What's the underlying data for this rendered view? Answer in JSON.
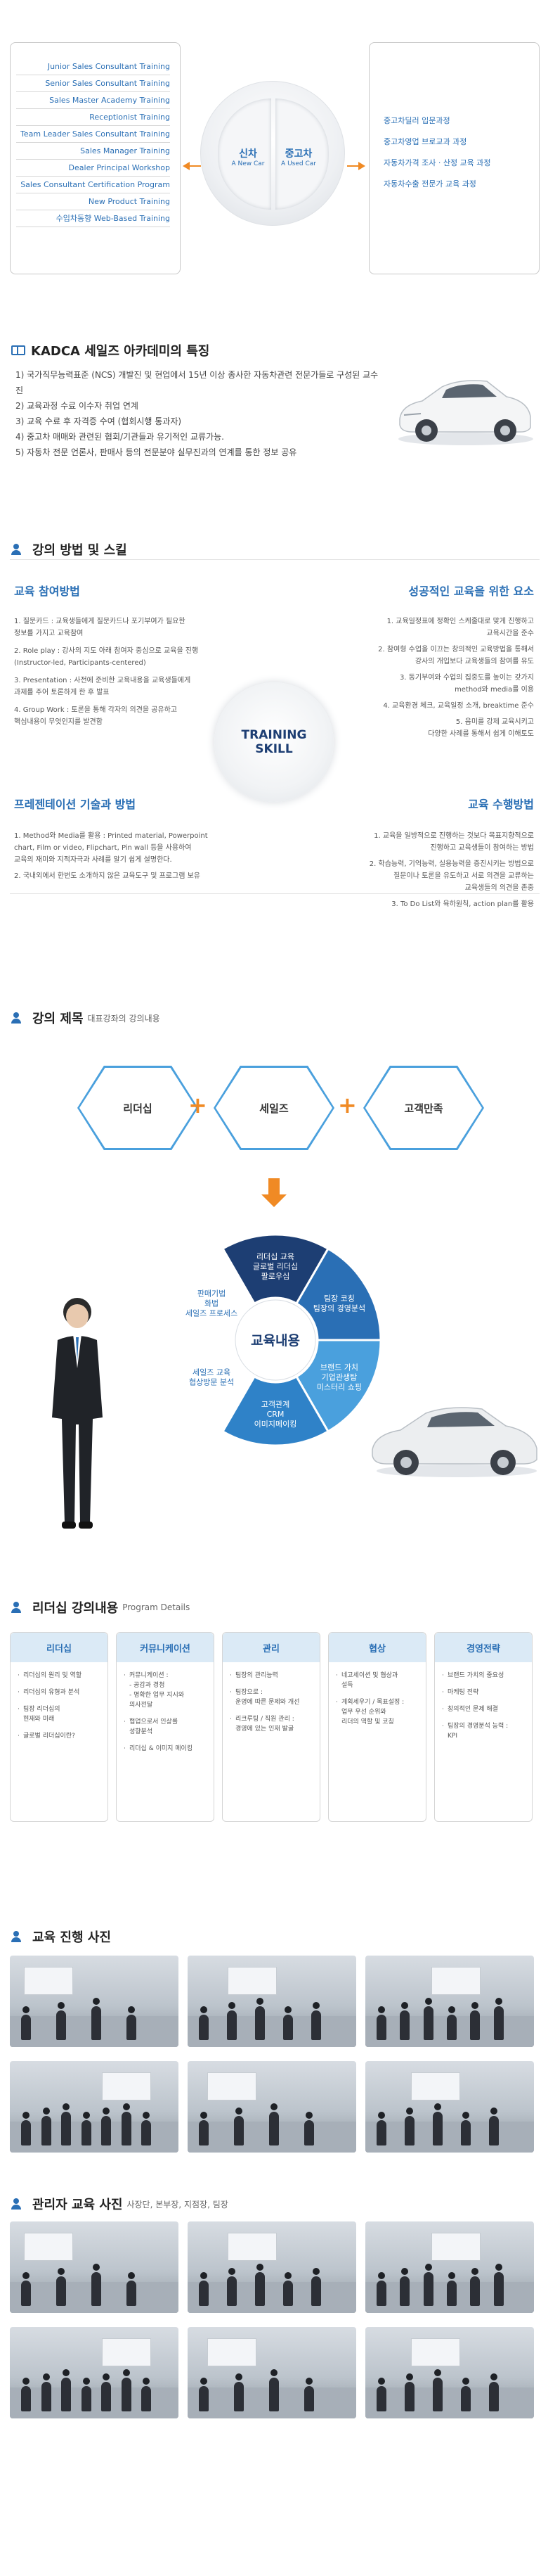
{
  "top_diagram": {
    "left_items": [
      "Junior Sales Consultant Training",
      "Senior Sales Consultant Training",
      "Sales Master Academy Training",
      "Receptionist Training",
      "Team Leader Sales Consultant Training",
      "Sales Manager Training",
      "Dealer Principal Workshop",
      "Sales Consultant Certification Program",
      "New Product Training",
      "수입차동향 Web-Based Training"
    ],
    "right_items": [
      "중고차딜러 입문과정",
      "중고차영업 브로교과 과정",
      "자동차가격 조사 · 산정 교육 과정",
      "자동차수출 전문가 교육 과정"
    ],
    "new_car": {
      "kr": "신차",
      "en": "A New Car"
    },
    "used_car": {
      "kr": "중고차",
      "en": "A Used Car"
    },
    "arrow_color": "#f08a24",
    "accent_color": "#2a6fb5"
  },
  "features": {
    "title": "KADCA 세일즈 아카데미의 특징",
    "items": [
      "1) 국가직무능력표준 (NCS) 개발진 및 현업에서 15년 이상 종사한 자동차관련 전문가들로 구성된 교수진",
      "2) 교육과정 수료 이수자 취업 연계",
      "3) 교육 수료 후 자격증 수여 (협회시행 통과자)",
      "4) 중고차 매매와 관련된 협회/기관들과 유기적인 교류가능.",
      "5) 자동차 전문 언론사, 판매사 등의 전문분야 실무진과의 연계를 통한 정보 공유"
    ]
  },
  "method": {
    "title": "강의 방법 및 스킬",
    "center_line1": "TRAINING",
    "center_line2": "SKILL",
    "participation": {
      "title": "교육 참여방법",
      "items": [
        "1. 질문카드 : 교육생들에게 질문카드나 포기부여가 필요한\n    정보를 가지고 교육참여",
        "2. Role play : 강사의 지도 아래 참여자 중심으로 교육을 진행\n    (Instructor-led, Participants-centered)",
        "3. Presentation : 사전에 준비한 교육내용을 교육생들에게\n    과제를 주어 토론하게 한 후 발표",
        "4. Group Work : 토론을 통해 각자의 의견을 공유하고\n    핵심내용이 무엇인지를 발견함"
      ]
    },
    "success": {
      "title": "성공적인 교육을 위한 요소",
      "items": [
        "1. 교육일정표에 정확인 스케줄대로 맞게 진행하고\n교육시간을 준수",
        "2. 참여형 수업을 이끄는 창의적인 교육방법을 통해서\n강사의 개입보다 교육생들의 참여를 유도",
        "3. 동기부여와 수업의 집중도를 높이는 갖가지\nmethod와 media를 이용",
        "4. 교육환경 체크, 교육일정 소개,  breaktime 준수",
        "5. 음미를 강제 교육시키고\n다양한 사례를 통해서 쉽게 이해토도"
      ]
    },
    "presentation": {
      "title": "프레젠테이션 기술과 방법",
      "items": [
        "1. Method와 Media를 활용 : Printed material, Powerpoint\n    chart, Film or video, Flipchart, Pin wall 등을 사용하여\n    교육의 재미와 지적자극과 사례를 알기 쉽게 설명한다.",
        "2. 국내외에서 한번도 소개하지 않은 교육도구 및 프로그램 보유"
      ]
    },
    "execution": {
      "title": "교육 수행방법",
      "items": [
        "1. 교육을 일방적으로 진행하는 것보다 목표지향적으로\n진행하고 교육생들이 참여하는 방법",
        "2. 학습능력, 기억능력, 실용능력을 증진시키는 방법으로\n질문이나 토론을 유도하고 서로 의견을 교류하는\n교육생들의 의견을 존중",
        "3. To Do List와 육하원칙, action plan를 활용"
      ]
    }
  },
  "lecture": {
    "title": "강의 제목",
    "subtitle": "대표강좌의 강의내용",
    "hexes": [
      "리더십",
      "세일즈",
      "고객만족"
    ],
    "center": "교육내용",
    "segments": [
      "리더십 교육\n글로벌 리더십\n팔로우십",
      "팀장 코칭\n팀장의 경영분석",
      "브랜드 가치\n기업관생탐\n미스터리 쇼핑",
      "고객관계\nCRM\n이미지메이킹",
      "세일즈 교육\n협상방문 분석",
      "판매기법\n화법\n세일즈 프로세스"
    ],
    "segment_colors": [
      "#1d3e73",
      "#2a6fb5",
      "#4aa0dd",
      "#2f82c8",
      "#ffffff",
      "#ffffff"
    ]
  },
  "program": {
    "title": "리더십 강의내용",
    "subtitle": "Program Details",
    "cards": [
      {
        "head": "리더십",
        "items": [
          "리더십의 원리 및 역할",
          "리더십의 유형과 분석",
          "팀장 리더십의\n현재와 미래",
          "글로벌 리더십이란?"
        ]
      },
      {
        "head": "커뮤니케이션",
        "items": [
          "커뮤니케이션 :\n- 공감과 경청\n- 명확한 업무 지시와\n   의사전달",
          "협업으로서 인상를\n성향분석",
          "리더십 & 이미지 메이킹"
        ]
      },
      {
        "head": "관리",
        "items": [
          "팀장의 관리능력",
          "팀장으로 :\n운영에 따른 문제와 개선",
          "리크루팅 / 직원 관리 :\n경영에 있는 인재 발굴"
        ]
      },
      {
        "head": "협상",
        "items": [
          "네고세이션 및 협상과\n설득",
          "계획세우기 / 목표설정 :\n업무 우선 순위와\n리더의 역할 및 코칭"
        ]
      },
      {
        "head": "경영전략",
        "items": [
          "브랜드 가치의 중요성",
          "마케팅 전략",
          "창의적인 문제 해결",
          "팀장의 경영분석 능력 :\nKPI"
        ]
      }
    ]
  },
  "photos1": {
    "title": "교육 진행 사진"
  },
  "photos2": {
    "title": "관리자 교육 사진",
    "subtitle": "사장단, 본부장, 지점장, 팀장"
  }
}
